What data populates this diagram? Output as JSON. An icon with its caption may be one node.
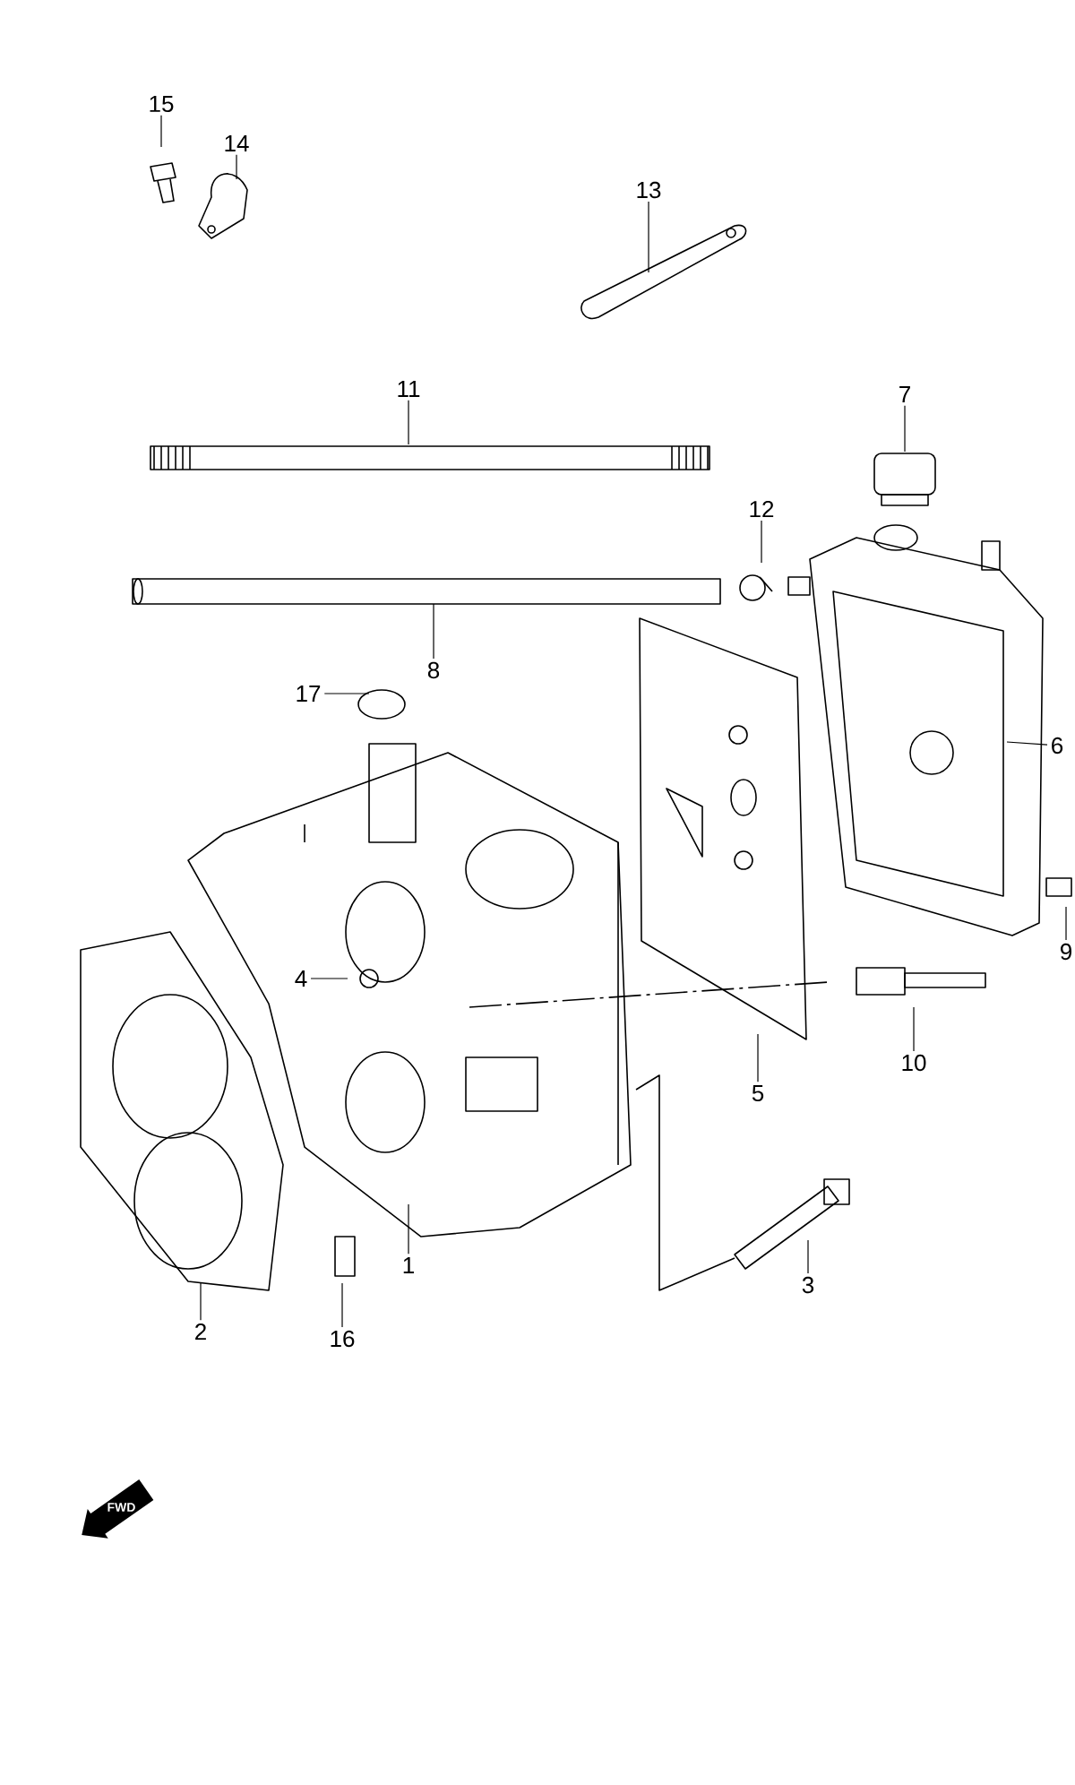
{
  "diagram": {
    "nodes": [
      {
        "text": [
          "15"
        ]
      },
      {
        "text": [
          "14"
        ]
      },
      {
        "text": [
          "13"
        ]
      },
      {
        "text": [
          "11"
        ]
      },
      {
        "text": [
          "7"
        ]
      },
      {
        "text": [
          "12"
        ]
      },
      {
        "text": [
          "8"
        ]
      },
      {
        "text": [
          "17"
        ]
      },
      {
        "text": [
          "6"
        ]
      },
      {
        "text": [
          "4"
        ]
      },
      {
        "text": [
          "9"
        ]
      },
      {
        "text": [
          "10"
        ]
      },
      {
        "text": [
          "5"
        ]
      },
      {
        "text": [
          "1"
        ]
      },
      {
        "text": [
          "3"
        ]
      },
      {
        "text": [
          "2"
        ]
      },
      {
        "text": [
          "16"
        ]
      }
    ],
    "edges": [
      {
        "from": 0,
        "to": null,
        "arrow": "none"
      },
      {
        "from": 1,
        "to": null,
        "arrow": "none"
      },
      {
        "from": 2,
        "to": null,
        "arrow": "none"
      },
      {
        "from": 3,
        "to": null,
        "arrow": "none"
      },
      {
        "from": 4,
        "to": null,
        "arrow": "none"
      },
      {
        "from": 5,
        "to": null,
        "arrow": "none"
      },
      {
        "from": 6,
        "to": null,
        "arrow": "none"
      },
      {
        "from": 7,
        "to": null,
        "arrow": "none"
      },
      {
        "from": 8,
        "to": null,
        "arrow": "none"
      },
      {
        "from": 9,
        "to": null,
        "arrow": "none"
      },
      {
        "from": 10,
        "to": null,
        "arrow": "none"
      },
      {
        "from": 11,
        "to": null,
        "arrow": "none"
      },
      {
        "from": 12,
        "to": null,
        "arrow": "none"
      },
      {
        "from": 13,
        "to": null,
        "arrow": "none"
      },
      {
        "from": 14,
        "to": null,
        "arrow": "none"
      },
      {
        "from": 15,
        "to": null,
        "arrow": "none"
      },
      {
        "from": 16,
        "to": null,
        "arrow": "none"
      }
    ],
    "labels": [
      "FWD"
    ]
  }
}
